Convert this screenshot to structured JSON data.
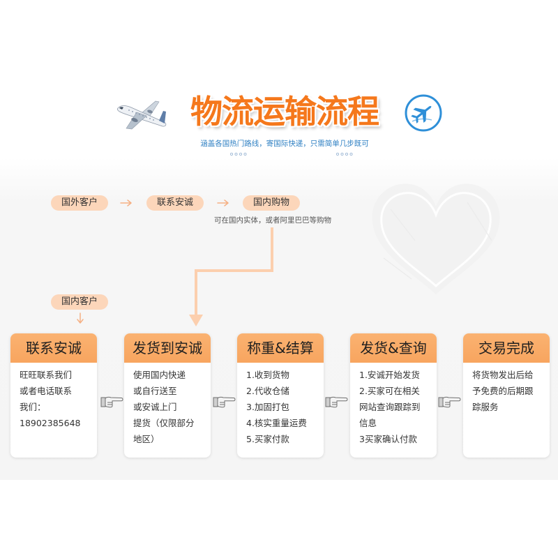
{
  "title": "物流运输流程",
  "subtitle": "涵盖各国热门路线，寄国际快递，只需简单几步既可",
  "top_flow": {
    "steps": [
      "国外客户",
      "联系安诚",
      "国内购物"
    ],
    "note": "可在国内实体，或者阿里巴巴等购物"
  },
  "domestic": {
    "label": "国内客户"
  },
  "cards": [
    {
      "title": "联系安诚",
      "lines": [
        "旺旺联系我们",
        "或者电话联系",
        "我们：",
        "18902385648"
      ]
    },
    {
      "title": "发货到安诚",
      "lines": [
        "使用国内快递",
        "或自行送至",
        "或安诚上门",
        "提货（仅限部分",
        "地区）"
      ]
    },
    {
      "title": "称重&结算",
      "lines": [
        "1.收到货物",
        "2.代收仓储",
        "3.加固打包",
        "4.核实重量运费",
        "5.买家付款"
      ]
    },
    {
      "title": "发货&查询",
      "lines": [
        "1.安诚开始发货",
        "2.买家可在相关",
        "网站查询跟踪到",
        "信息",
        "3买家确认付款"
      ]
    },
    {
      "title": "交易完成",
      "lines": [
        "将货物发出后给",
        "予免费的后期跟",
        "踪服务"
      ]
    }
  ],
  "icons": {
    "title_left": "airplane-icon",
    "title_right": "airplane-circle-icon",
    "flow_arrow": "arrow-right-icon",
    "card_connector": "pointing-hand-icon"
  },
  "colors": {
    "title": "#f5781c",
    "subtitle": "#2f80c3",
    "card_header": "#f8a55f",
    "pill": "#fcd6ba",
    "connector": "#fccfae",
    "icon_blue": "#2e8fd8"
  }
}
